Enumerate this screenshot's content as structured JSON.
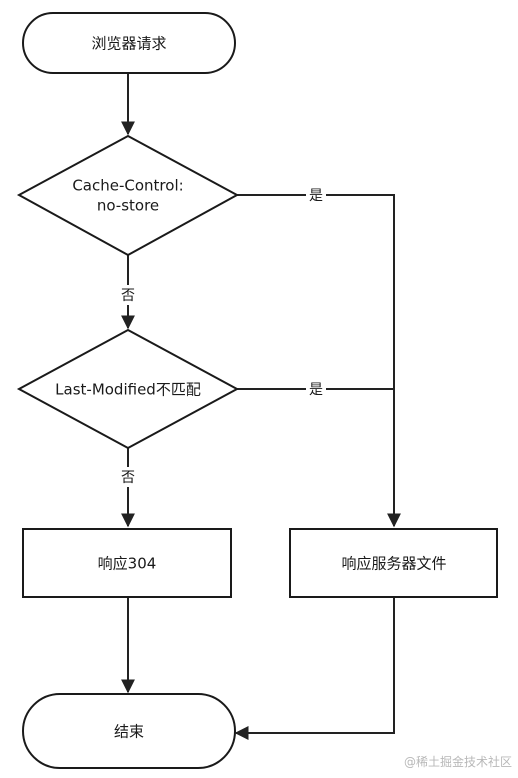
{
  "nodes": {
    "start": "浏览器请求",
    "decision1_line1": "Cache-Control:",
    "decision1_line2": "no-store",
    "decision2": "Last-Modified不匹配",
    "respond304": "响应304",
    "respondServer": "响应服务器文件",
    "end": "结束"
  },
  "edges": {
    "yes1": "是",
    "no1": "否",
    "yes2": "是",
    "no2": "否"
  },
  "watermark": "@稀土掘金技术社区",
  "colors": {
    "stroke": "#1a1a1a",
    "background": "#ffffff",
    "watermark": "#b8b8b8"
  }
}
